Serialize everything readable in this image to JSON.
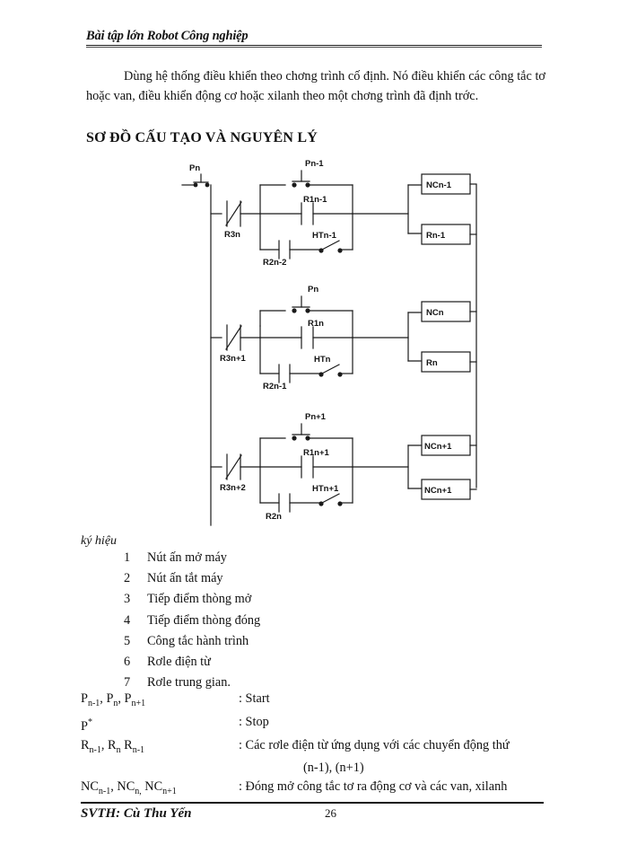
{
  "header": {
    "title": "Bài tập lớn Robot Công nghiệp"
  },
  "paragraph": {
    "text": "Dùng hệ thống điều khiển theo chơng   trình cố định. Nó điều khiển các công tắc tơ hoặc van, điều khiển động cơ hoặc xilanh theo một chơng   trình đã định trớc."
  },
  "section": {
    "title": "SƠ ĐỒ CẤU TẠO VÀ NGUYÊN LÝ"
  },
  "diagram": {
    "stop_button_label": "Pn",
    "blocks": [
      {
        "push_button": "Pn-1",
        "coil_contact": "R1n-1",
        "normally_closed": "R3n",
        "branch_capacitor": "R2n-2",
        "limit_switch": "HTn-1",
        "output_top": "NCn-1",
        "output_bottom": "Rn-1"
      },
      {
        "push_button": "Pn",
        "coil_contact": "R1n",
        "normally_closed": "R3n+1",
        "branch_capacitor": "R2n-1",
        "limit_switch": "HTn",
        "output_top": "NCn",
        "output_bottom": "Rn"
      },
      {
        "push_button": "Pn+1",
        "coil_contact": "R1n+1",
        "normally_closed": "R3n+2",
        "branch_capacitor": "R2n",
        "limit_switch": "HTn+1",
        "output_top": "NCn+1",
        "output_bottom": "NCn+1"
      }
    ]
  },
  "legend": {
    "heading": "ký hiệu",
    "items": [
      {
        "num": "1",
        "text": "Nút ấn mở máy"
      },
      {
        "num": "2",
        "text": "Nút ấn tắt máy"
      },
      {
        "num": "3",
        "text": "Tiếp điểm thòng   mở"
      },
      {
        "num": "4",
        "text": "Tiếp điểm thòng   đóng"
      },
      {
        "num": "5",
        "text": "Công tắc hành trình"
      },
      {
        "num": "6",
        "text": "Rơle điện từ"
      },
      {
        "num": "7",
        "text": "Rơle trung gian."
      }
    ]
  },
  "definitions": [
    {
      "symbol_html": "P<sub>n-1</sub>, P<sub>n</sub>, P<sub>n+1</sub>",
      "value": ": Start",
      "continuation": ""
    },
    {
      "symbol_html": "P<sup>*</sup>",
      "value": ": Stop",
      "continuation": ""
    },
    {
      "symbol_html": "R<sub>n-1</sub>, R<sub>n</sub> R<sub>n-1</sub>",
      "value": ": Các rơle điện từ ứng dụng với các chuyển động thứ",
      "continuation": "(n-1), (n+1)"
    },
    {
      "symbol_html": "NC<sub>n-1</sub>, NC<sub>n,</sub> NC<sub>n+1</sub>",
      "value": ": Đóng mở công tắc tơ ra động cơ và các van, xilanh",
      "continuation": ""
    }
  ],
  "footer": {
    "name": "SVTH: Cù Thu Yến",
    "page": "26"
  },
  "colors": {
    "ink": "#121212",
    "paper": "#ffffff",
    "rule": "#1a1a1a"
  }
}
